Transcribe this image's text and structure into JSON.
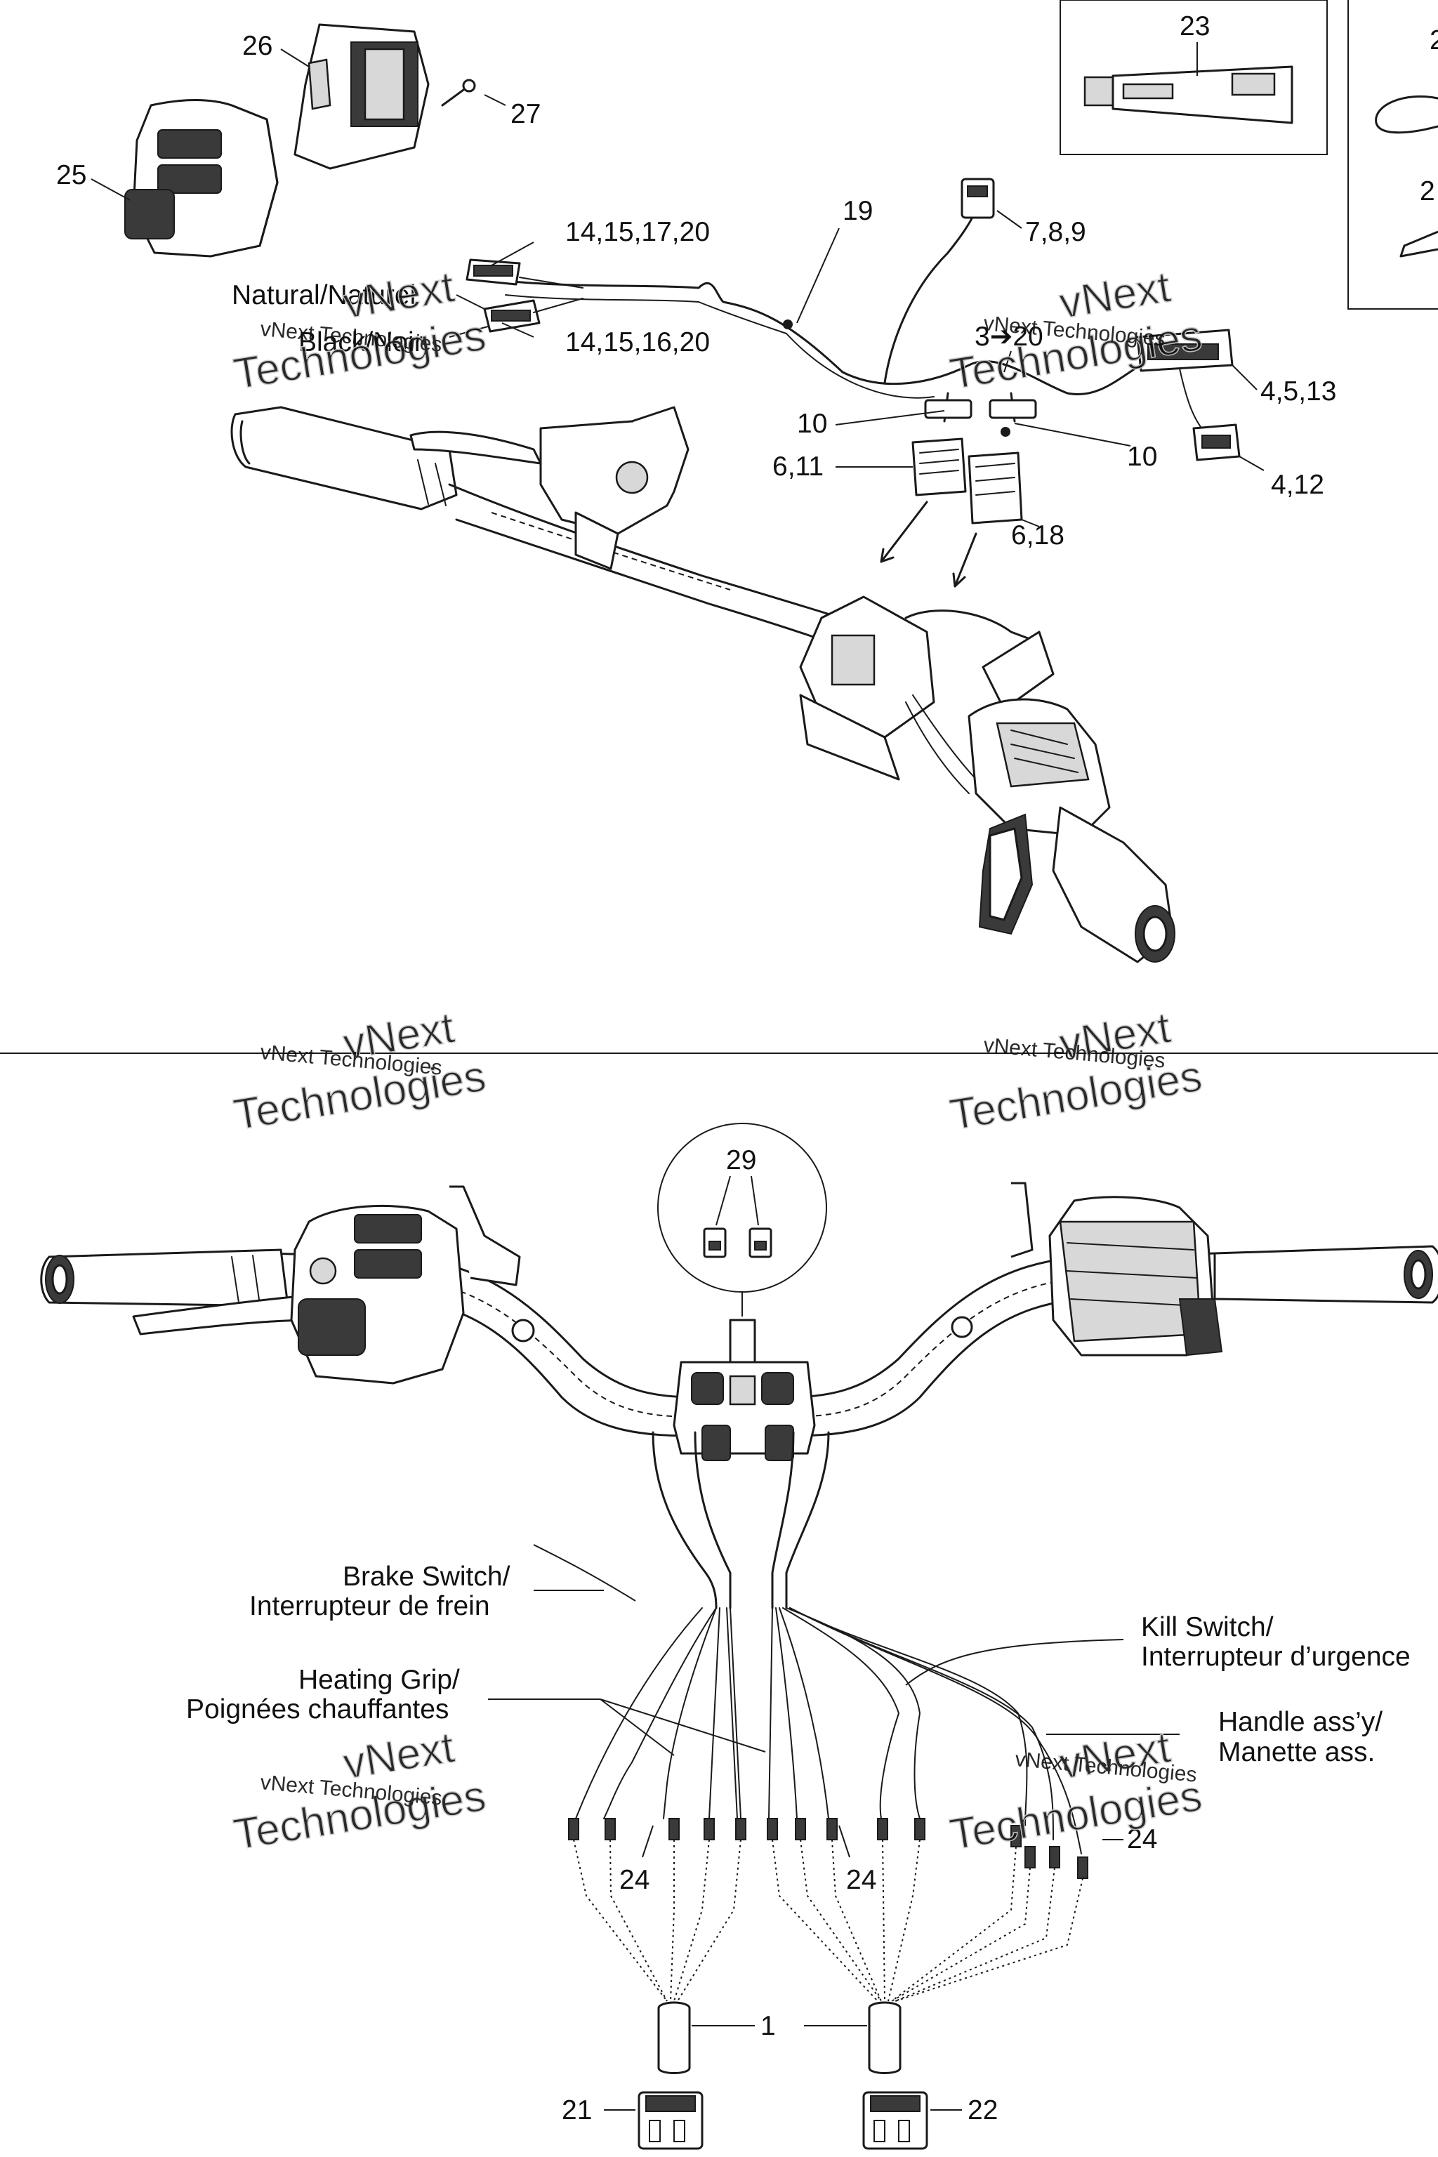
{
  "callouts": {
    "c23": "23",
    "c2_edge": "2",
    "c2_edge_b": "2",
    "c26": "26",
    "c27": "27",
    "c25": "25",
    "c19": "19",
    "c789": "7,8,9",
    "c14_17": "14,15,17,20",
    "c14_16": "14,15,16,20",
    "c3_20": "3➔20",
    "c4_5_13": "4,5,13",
    "c10a": "10",
    "c10b": "10",
    "c6_11": "6,11",
    "c6_18": "6,18",
    "c4_12": "4,12",
    "c29": "29",
    "c24a": "24",
    "c24b": "24",
    "c24c": "24",
    "c1": "1",
    "c21": "21",
    "c22": "22"
  },
  "labels": {
    "natural": "Natural/Naturel",
    "black": "Black/Noir",
    "brake_1": "Brake Switch/",
    "brake_2": "Interrupteur de frein",
    "heat_1": "Heating Grip/",
    "heat_2": "Poignées chauffantes",
    "kill_1": "Kill Switch/",
    "kill_2": "Interrupteur d’urgence",
    "handle_1": "Handle ass’y/",
    "handle_2": "Manette ass."
  },
  "watermark": {
    "line1": "vNext",
    "line2": "Technologies",
    "small": "vNext Technologies"
  },
  "colors": {
    "ink": "#1a1a1a",
    "watermark": "#c9c9c9",
    "background": "#ffffff"
  }
}
